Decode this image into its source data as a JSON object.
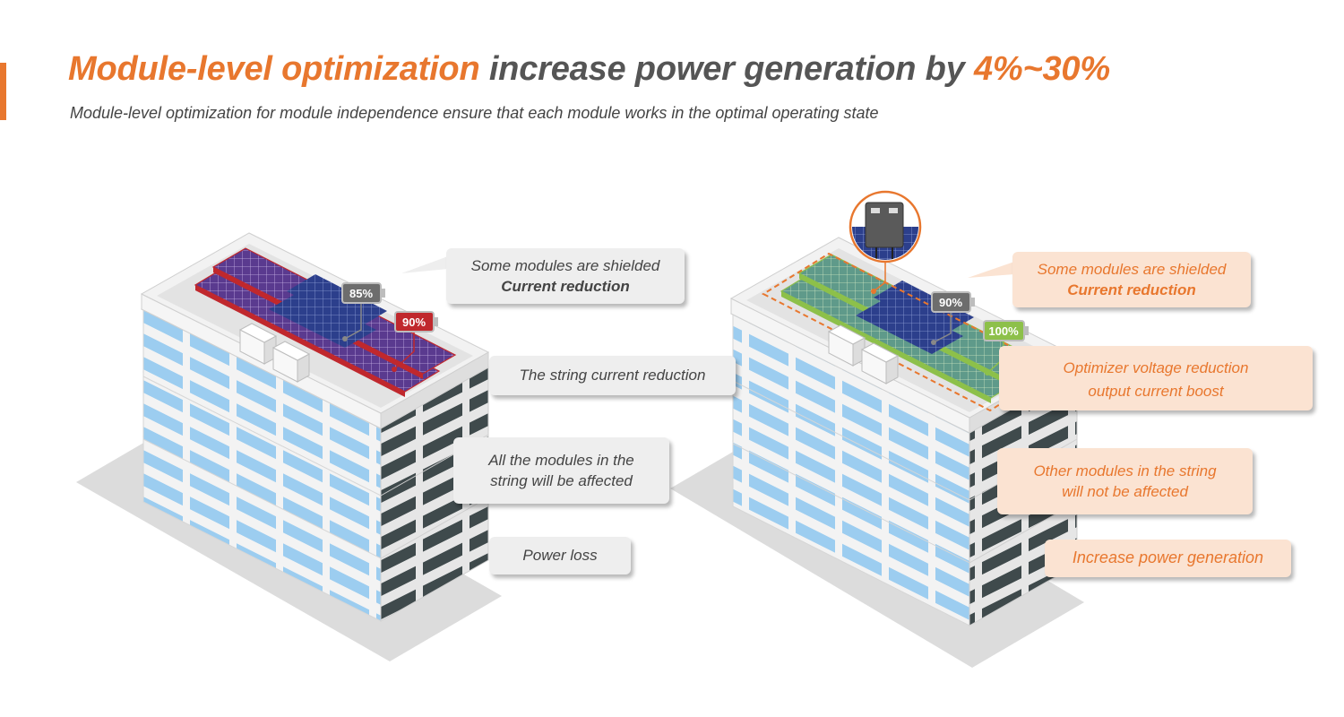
{
  "header": {
    "title_highlight": "Module-level optimization",
    "title_middle": " increase power generation by ",
    "title_percent": "4%~30%",
    "subtitle": "Module-level optimization for module independence ensure that each module works in the optimal operating state"
  },
  "colors": {
    "accent": "#e8772e",
    "text_dark": "#555555",
    "callout_grey": "#eeeeee",
    "callout_peach": "#fbe3d2",
    "panel_blue": "#2a3f8f",
    "panel_red": "#c0282d",
    "panel_green": "#8dc04a",
    "window_blue": "#9ccdf0"
  },
  "left": {
    "badge_1": "85%",
    "badge_2": "90%",
    "callouts": {
      "shielded_line1": "Some modules are shielded",
      "shielded_line2": "Current reduction",
      "string_reduction": "The string current reduction",
      "affected_line1": "All the modules in the",
      "affected_line2": "string will be affected",
      "power_loss": "Power loss"
    }
  },
  "right": {
    "badge_1": "90%",
    "badge_2": "100%",
    "optimizer_icon": "optimizer-device-icon",
    "callouts": {
      "shielded_line1": "Some modules are shielded",
      "shielded_line2": "Current reduction",
      "optimizer_line1": "Optimizer voltage reduction",
      "optimizer_line2": "output current boost",
      "not_affected_line1": "Other modules in the string",
      "not_affected_line2": "will not be affected",
      "increase": "Increase power generation"
    }
  }
}
